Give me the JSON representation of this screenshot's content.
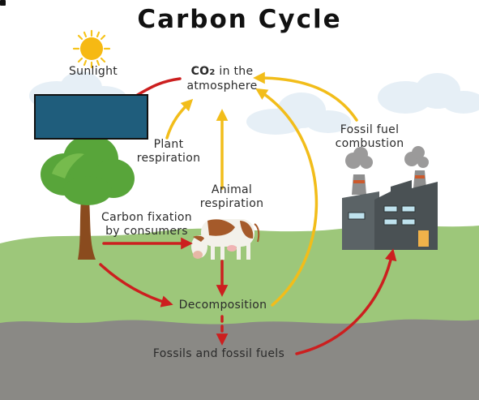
{
  "title": "Carbon Cycle",
  "labels": {
    "sunlight": "Sunlight",
    "co2_line1_prefix": "CO",
    "co2_subscript": "2",
    "co2_line1_suffix": " in the",
    "co2_line2": "atmosphere",
    "plant_resp_1": "Plant",
    "plant_resp_2": "respiration",
    "animal_resp_1": "Animal",
    "animal_resp_2": "respiration",
    "fossil_comb_1": "Fossil fuel",
    "fossil_comb_2": "combustion",
    "fixation_1": "Carbon fixation",
    "fixation_2": "by consumers",
    "decomposition": "Decomposition",
    "fossils": "Fossils and fossil fuels"
  },
  "colors": {
    "red_arrow": "#cc1f1f",
    "yellow_arrow": "#f2bd1a",
    "grass": "#9dc77a",
    "soil": "#8a8985",
    "sky_cloud": "#e6eff6",
    "box": "#1f5d7c"
  }
}
